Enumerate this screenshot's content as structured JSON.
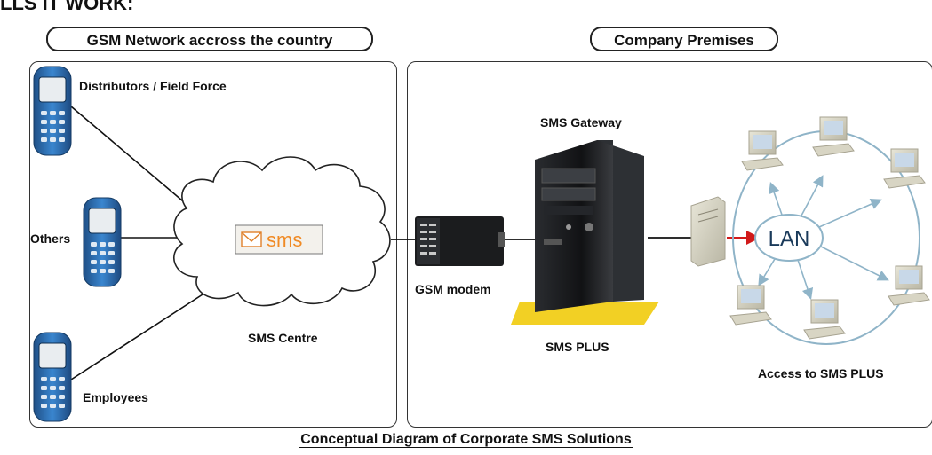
{
  "heading_fragment": "LLS IT WORK:",
  "panels": {
    "left_title": "GSM Network accross the country",
    "right_title": "Company Premises"
  },
  "labels": {
    "distributors": "Distributors / Field Force",
    "others": "Others",
    "employees": "Employees",
    "sms_centre": "SMS Centre",
    "sms_badge": "sms",
    "gsm_modem": "GSM modem",
    "sms_gateway": "SMS Gateway",
    "sms_plus": "SMS PLUS",
    "lan": "LAN",
    "access": "Access to SMS PLUS"
  },
  "caption": "Conceptual Diagram of Corporate SMS Solutions",
  "colors": {
    "phone_blue": "#2f6fb3",
    "cloud_border": "#222222",
    "lan_ring": "#8fb4c8",
    "arrow_red": "#d11a1a",
    "server_dark": "#1d1f22",
    "server_base": "#f2d024",
    "sms_orange": "#f08a24"
  }
}
